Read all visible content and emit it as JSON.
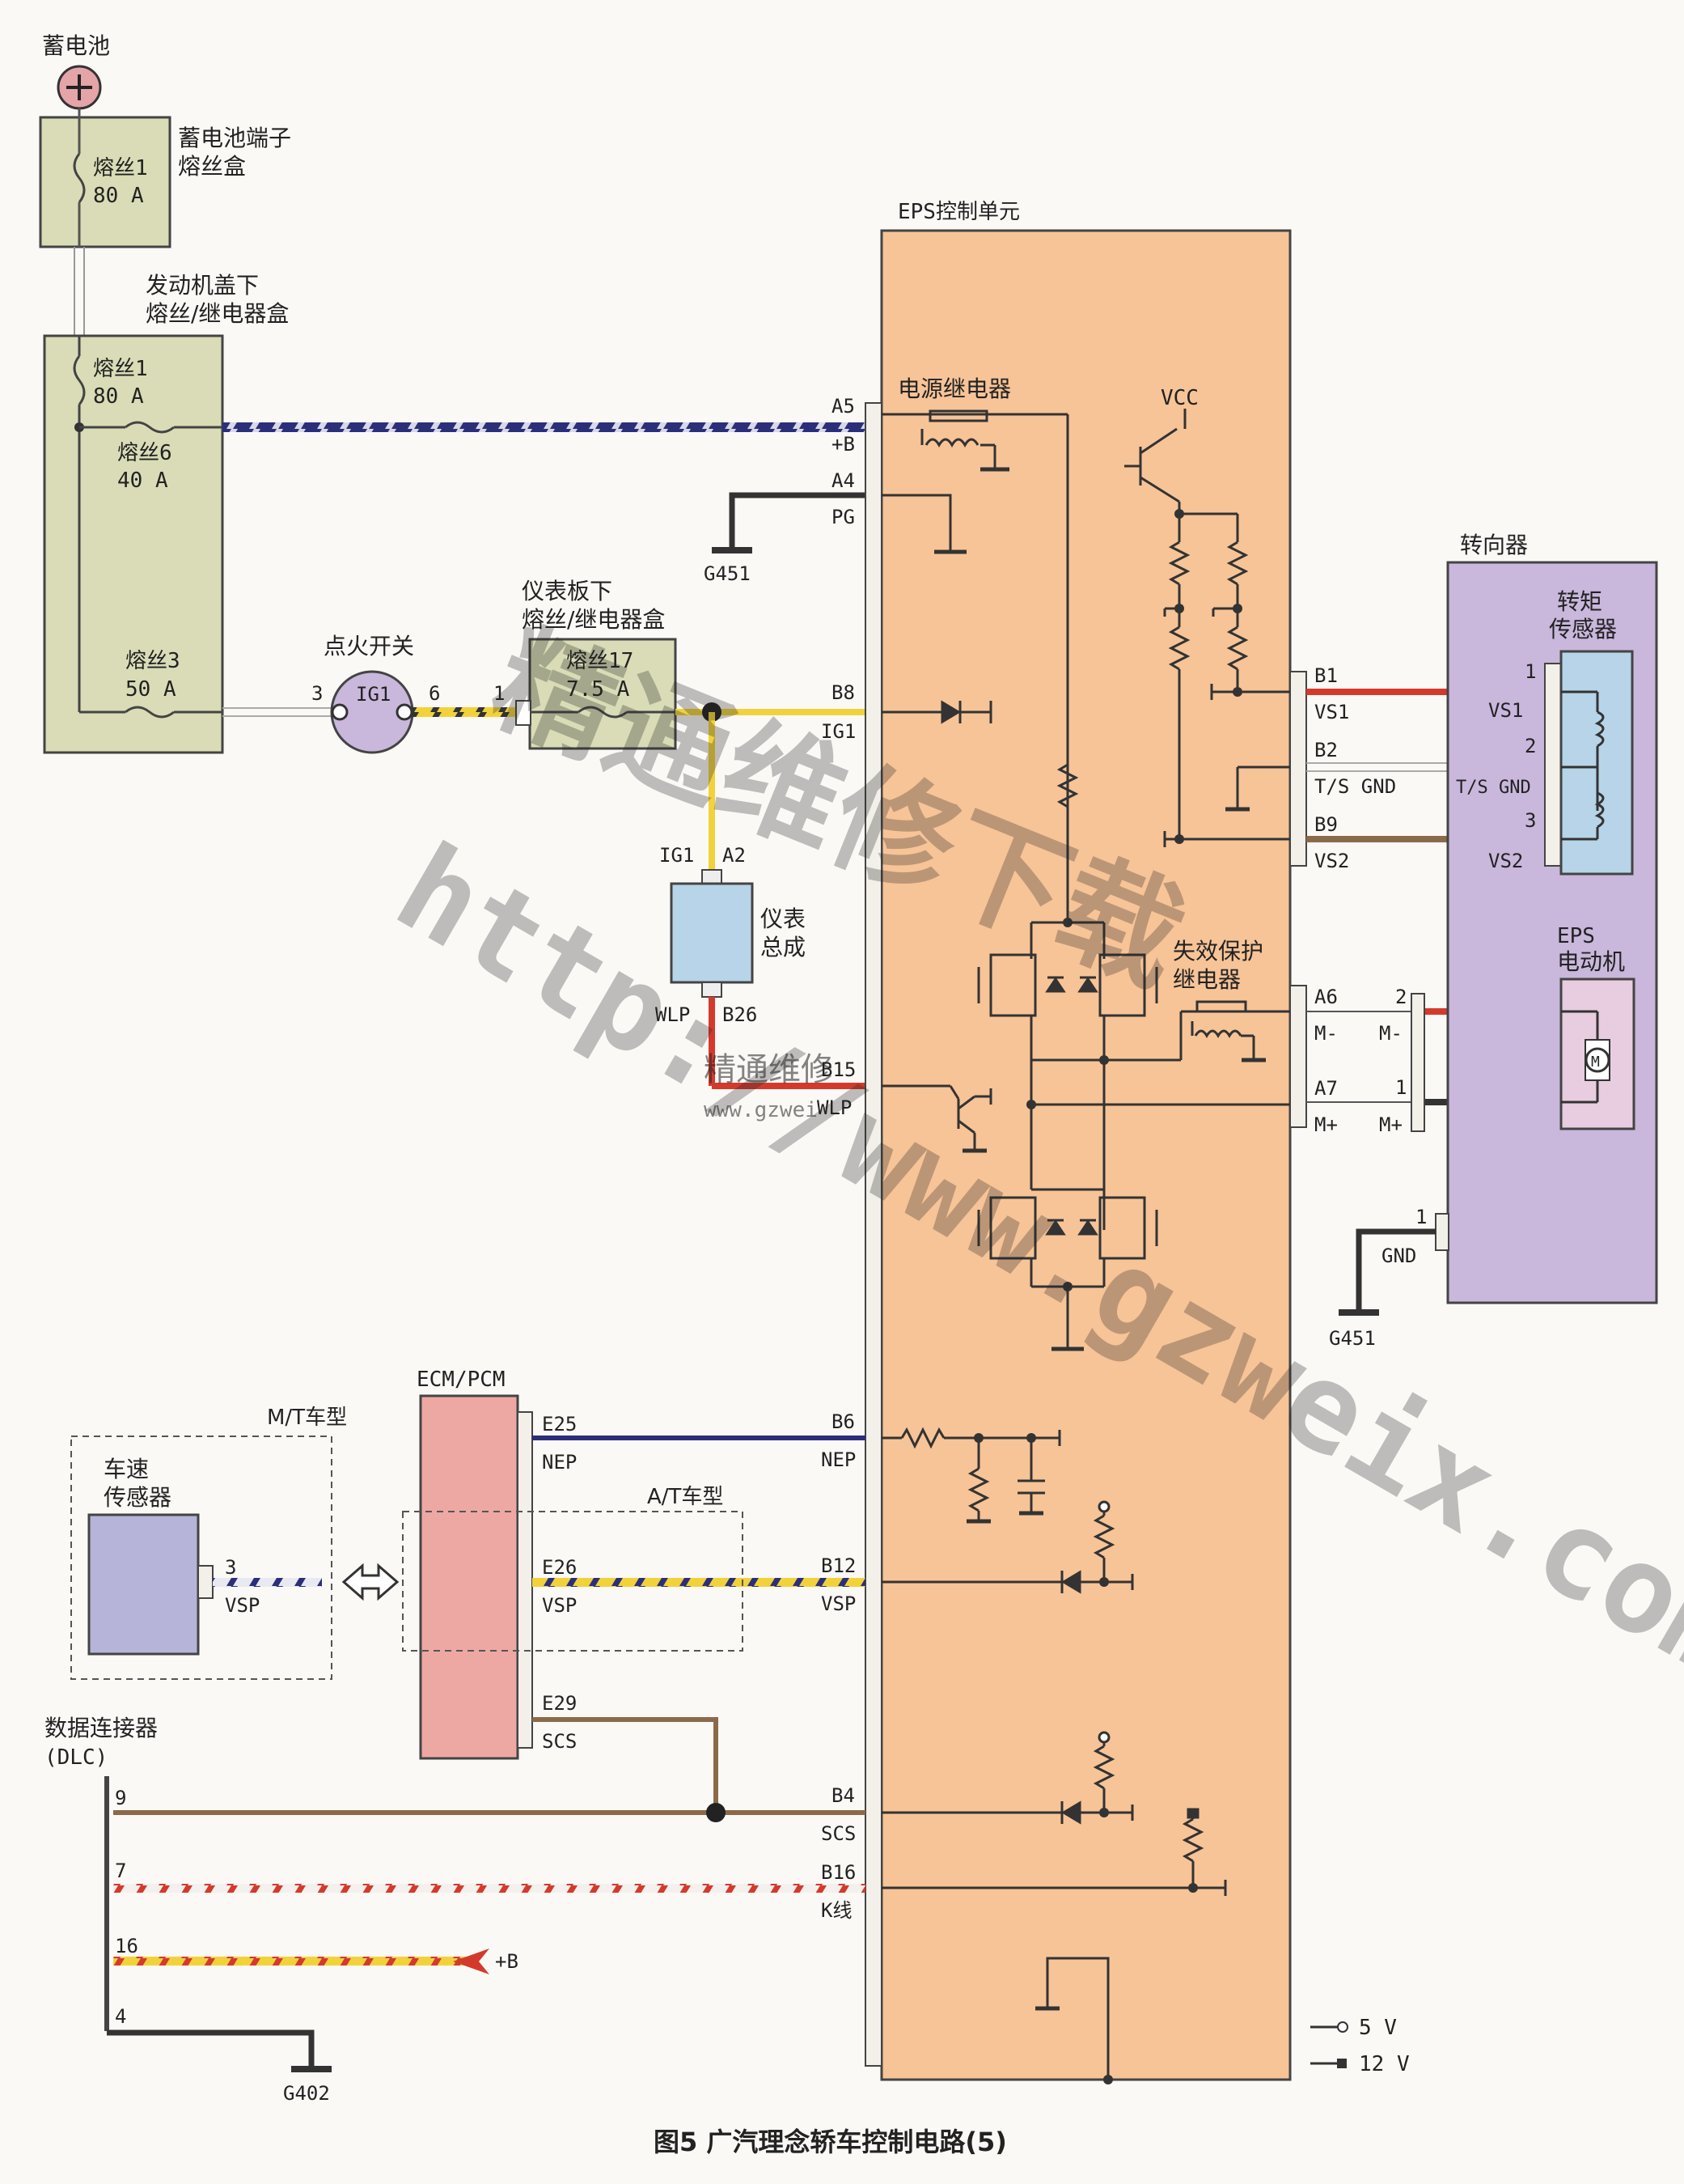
{
  "battery": {
    "label": "蓄电池"
  },
  "battery_box": {
    "label_line1": "蓄电池端子",
    "label_line2": "熔丝盒",
    "fuse_name": "熔丝1",
    "fuse_rating": "80 A"
  },
  "underhood_box": {
    "label_line1": "发动机盖下",
    "label_line2": "熔丝/继电器盒",
    "fuse1_name": "熔丝1",
    "fuse1_rating": "80 A",
    "fuse6_name": "熔丝6",
    "fuse6_rating": "40 A",
    "fuse3_name": "熔丝3",
    "fuse3_rating": "50 A"
  },
  "ignition_switch": {
    "label": "点火开关",
    "terminal_in": "3",
    "name": "IG1",
    "terminal_out": "6"
  },
  "dash_box": {
    "label_line1": "仪表板下",
    "label_line2": "熔丝/继电器盒",
    "terminal": "1",
    "fuse_name": "熔丝17",
    "fuse_rating": "7.5 A"
  },
  "gauge": {
    "label_line1": "仪表",
    "label_line2": "总成",
    "pin_ig1": "IG1",
    "pin_a2": "A2",
    "pin_wlp": "WLP",
    "pin_b26": "B26"
  },
  "eps_unit": {
    "title": "EPS控制单元",
    "power_relay": "电源继电器",
    "vcc": "VCC",
    "failsafe_line1": "失效保护",
    "failsafe_line2": "继电器",
    "pins_left": [
      {
        "pin": "A5",
        "signal": "+B"
      },
      {
        "pin": "A4",
        "signal": "PG"
      },
      {
        "pin": "B8",
        "signal": "IG1"
      },
      {
        "pin": "B15",
        "signal": "WLP"
      },
      {
        "pin": "B6",
        "signal": "NEP"
      },
      {
        "pin": "B12",
        "signal": "VSP"
      },
      {
        "pin": "B4",
        "signal": "SCS"
      },
      {
        "pin": "B16",
        "signal": "K线"
      }
    ],
    "pins_right": [
      {
        "pin": "B1",
        "signal": "VS1"
      },
      {
        "pin": "B2",
        "signal": "T/S GND"
      },
      {
        "pin": "B9",
        "signal": "VS2"
      },
      {
        "pin": "A6",
        "signal": "M-"
      },
      {
        "pin": "A7",
        "signal": "M+"
      }
    ]
  },
  "grounds": {
    "g451_a": "G451",
    "g451_b": "G451",
    "g402": "G402"
  },
  "steering_gear": {
    "label": "转向器",
    "torque_line1": "转矩",
    "torque_line2": "传感器",
    "torque_pins": [
      {
        "pin": "1",
        "signal": "VS1"
      },
      {
        "pin": "2",
        "signal": "T/S GND"
      },
      {
        "pin": "3",
        "signal": "VS2"
      }
    ],
    "motor_line1": "EPS",
    "motor_line2": "电动机",
    "motor_symbol": "M",
    "motor_pins": [
      {
        "pin": "2",
        "signal": "M-"
      },
      {
        "pin": "1",
        "signal": "M+"
      }
    ],
    "gnd_pin": "1",
    "gnd_label": "GND"
  },
  "ecm": {
    "label": "ECM/PCM",
    "pins": [
      {
        "pin": "E25",
        "signal": "NEP"
      },
      {
        "pin": "E26",
        "signal": "VSP"
      },
      {
        "pin": "E29",
        "signal": "SCS"
      }
    ]
  },
  "mt_box": {
    "label": "M/T车型"
  },
  "at_box": {
    "label": "A/T车型"
  },
  "speed_sensor": {
    "label_line1": "车速",
    "label_line2": "传感器",
    "pin": "3",
    "signal": "VSP"
  },
  "dlc": {
    "label_line1": "数据连接器",
    "label_line2": "(DLC)",
    "pins": [
      "9",
      "7",
      "16",
      "4"
    ],
    "plus_b": "+B"
  },
  "legend": {
    "v5": "5 V",
    "v12": "12 V"
  },
  "watermark": {
    "site_cn": "精通维修下载",
    "url": "http://www.gzweix.com",
    "logo_cn": "精通维修",
    "logo_url": "www.gzwei"
  },
  "caption": "图5  广汽理念轿车控制电路(5)",
  "colors": {
    "eps_fill": "#f7c497",
    "box_green": "#d9dcb6",
    "steering_purple": "#c9b7dc",
    "ecm_pink": "#eea8a4",
    "wire_red": "#d43a2c",
    "wire_yellow": "#f2d23b",
    "wire_brown": "#8b6a4a",
    "wire_navy": "#2b2f7a"
  }
}
